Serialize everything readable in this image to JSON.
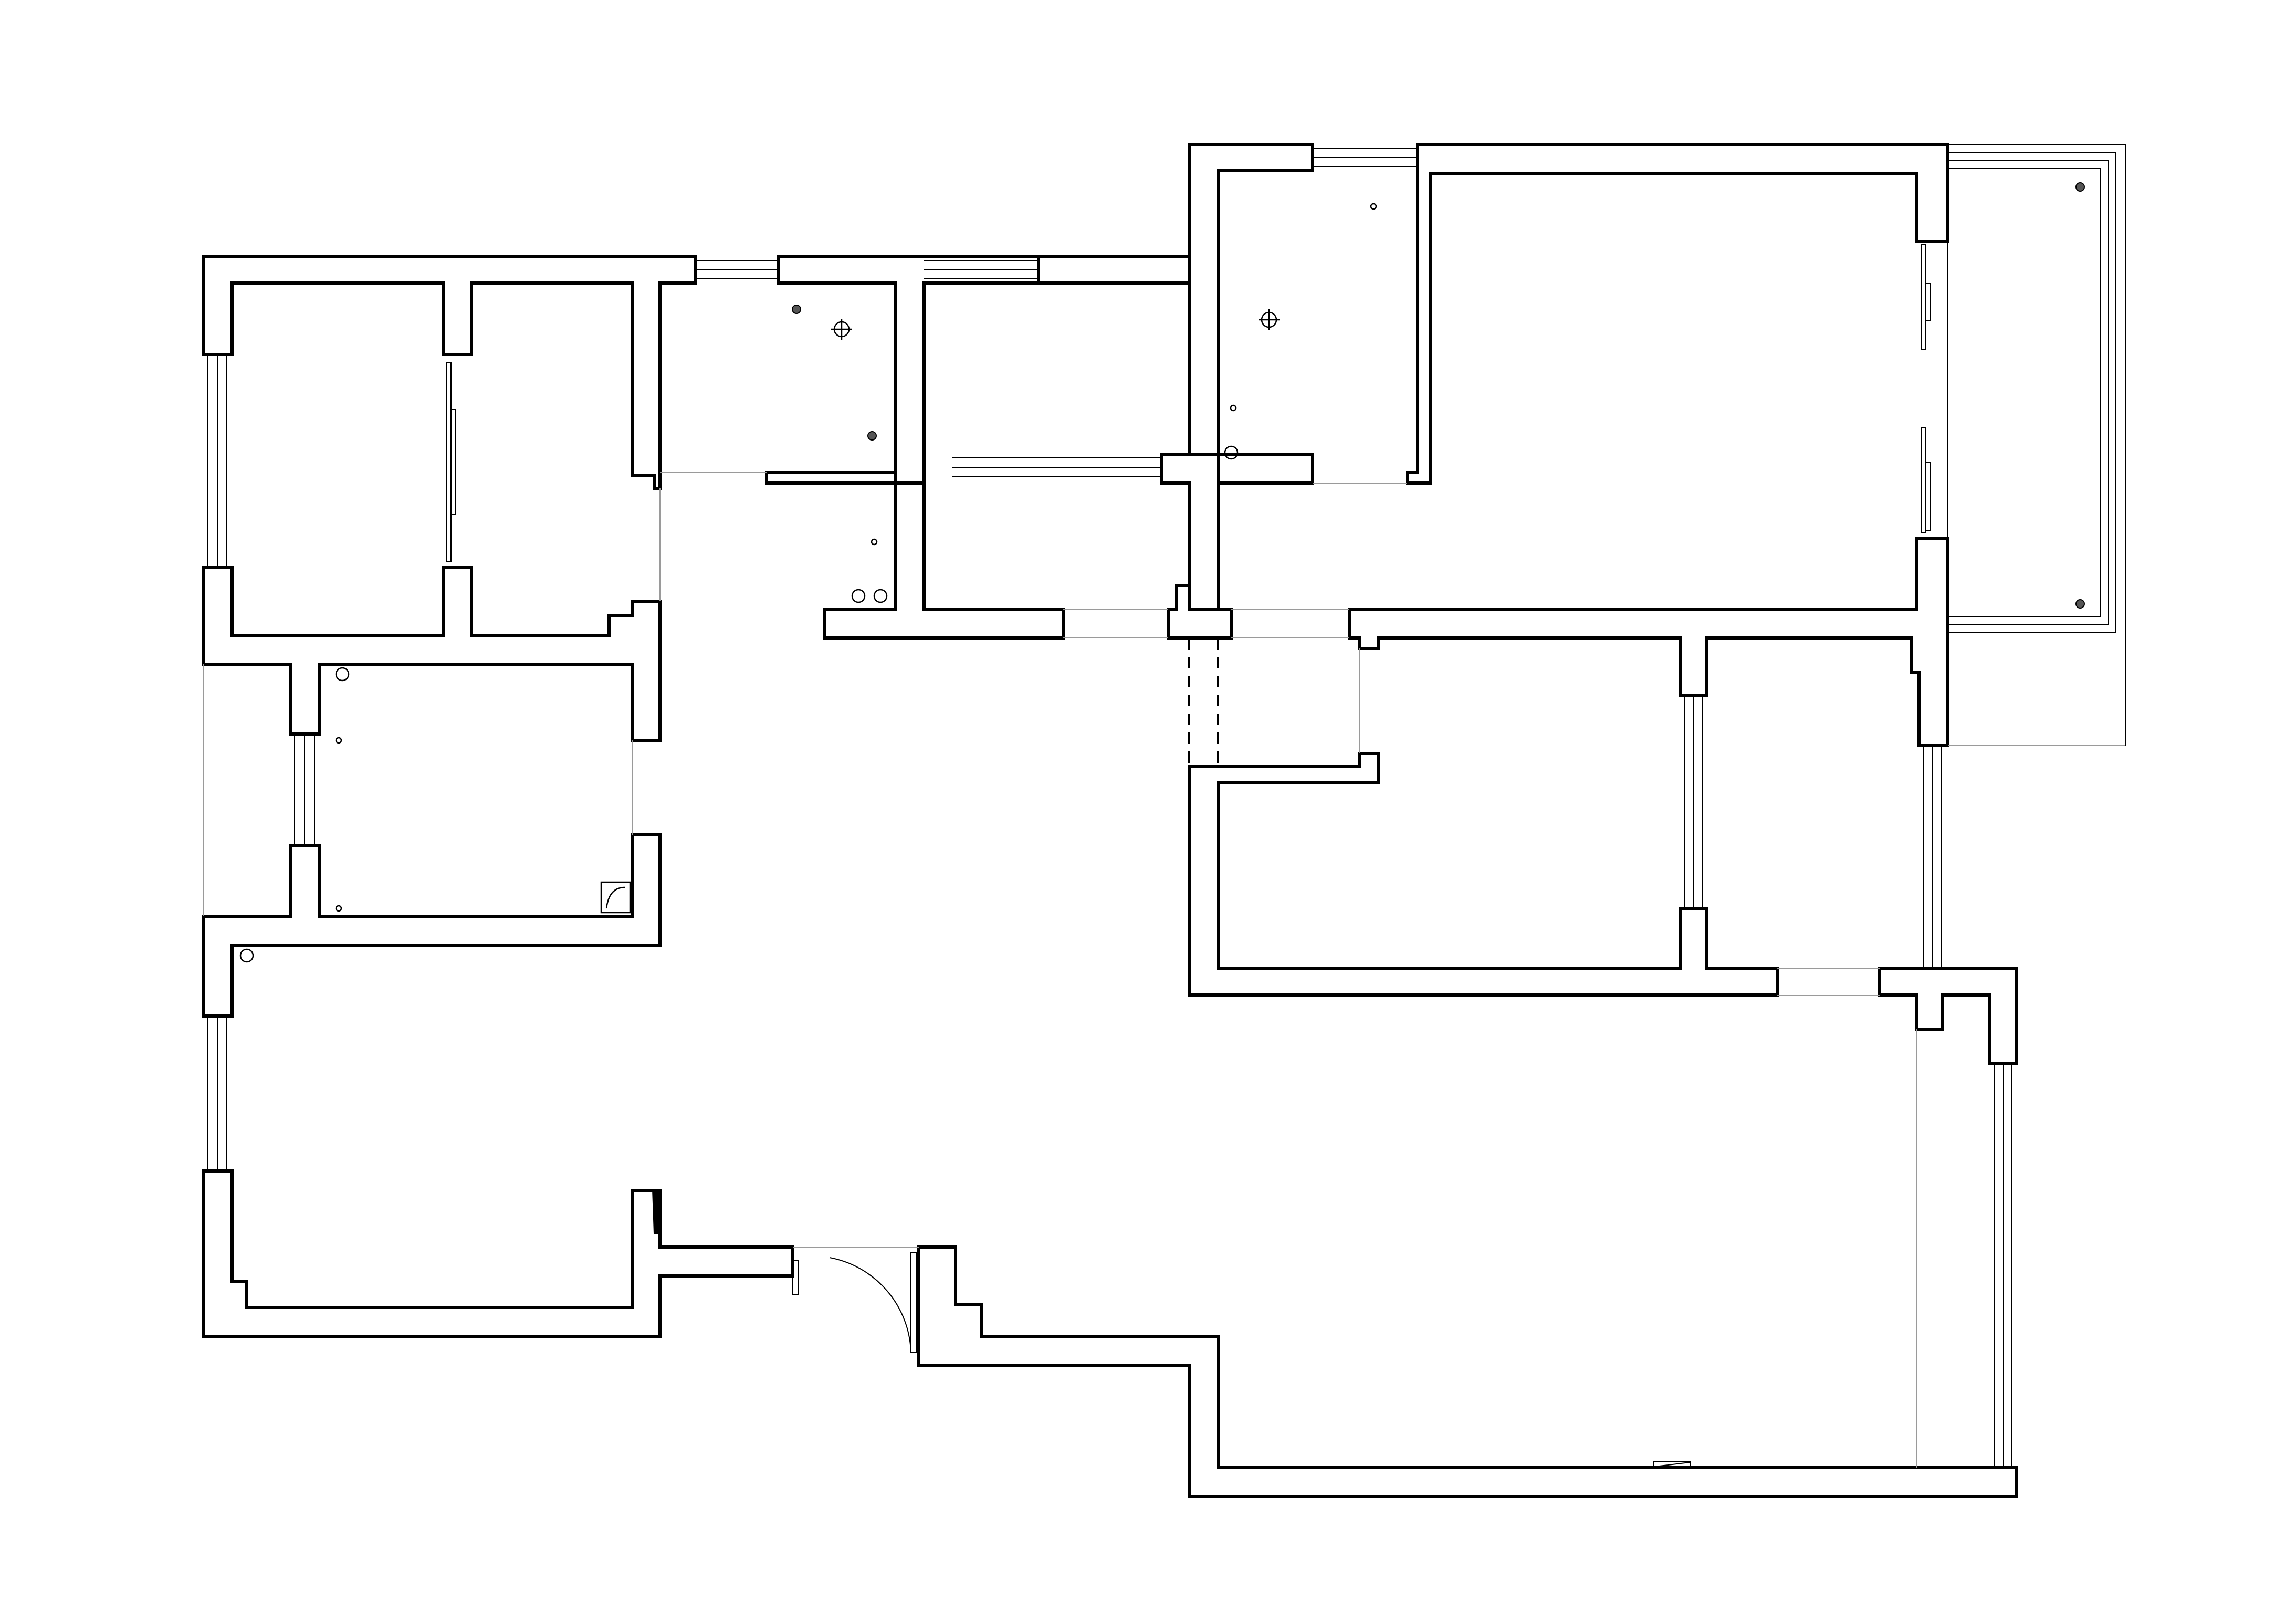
{
  "drawing": {
    "type": "floor-plan",
    "background_color": "#ffffff",
    "line_color": "#000000",
    "text_labels": []
  },
  "elements": {
    "exterior_walls": "wall",
    "windows": "window",
    "entry_door": "door-swing",
    "balcony": "balcony",
    "fixtures": [
      "floor-drain",
      "ceiling-light",
      "water-pipe",
      "toilet-mark"
    ]
  }
}
